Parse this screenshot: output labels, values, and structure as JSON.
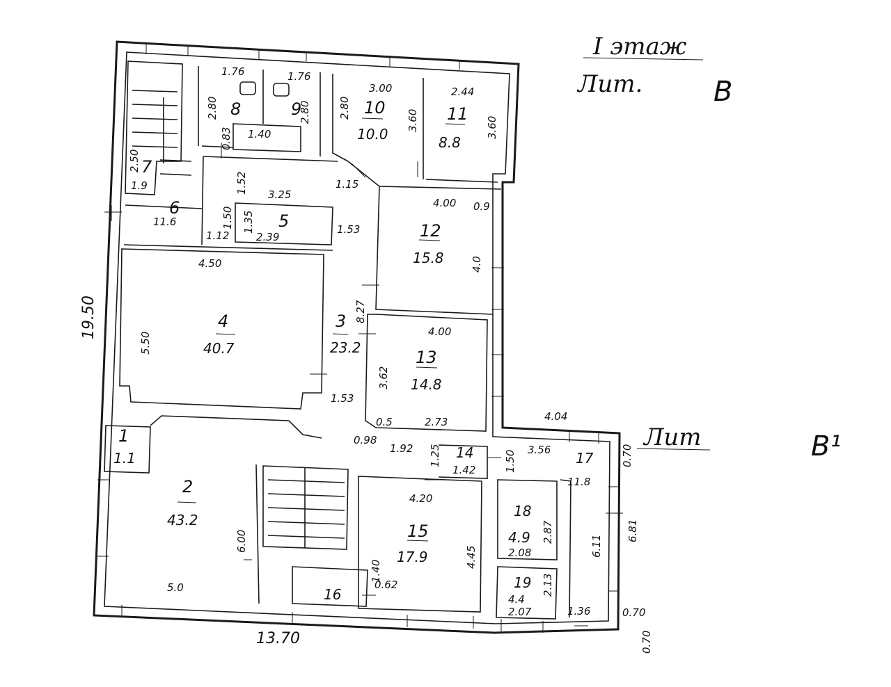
{
  "header": {
    "floor": "I этаж",
    "lit_label": "Лит.",
    "lit_value": "В",
    "annex_label": "Лит",
    "annex_value": "В¹"
  },
  "rooms": {
    "r1": {
      "num": "1",
      "area": "1.1"
    },
    "r2": {
      "num": "2",
      "area": "43.2"
    },
    "r3": {
      "num": "3",
      "area": "23.2"
    },
    "r4": {
      "num": "4",
      "area": "40.7"
    },
    "r5": {
      "num": "5",
      "area": ""
    },
    "r6": {
      "num": "6",
      "area": "11.6"
    },
    "r7": {
      "num": "7",
      "area": "1.9"
    },
    "r8": {
      "num": "8",
      "area": ""
    },
    "r9": {
      "num": "9",
      "area": ""
    },
    "r10": {
      "num": "10",
      "area": "10.0"
    },
    "r11": {
      "num": "11",
      "area": "8.8"
    },
    "r12": {
      "num": "12",
      "area": "15.8"
    },
    "r13": {
      "num": "13",
      "area": "14.8"
    },
    "r14": {
      "num": "14",
      "area": "1.42"
    },
    "r15": {
      "num": "15",
      "area": "17.9"
    },
    "r16": {
      "num": "16",
      "area": ""
    },
    "r17": {
      "num": "17",
      "area": "11.8"
    },
    "r18": {
      "num": "18",
      "area": "4.9"
    },
    "r19": {
      "num": "19",
      "area": "4.4"
    }
  },
  "dims": {
    "d_1_76a": "1.76",
    "d_1_76b": "1.76",
    "d_2_80a": "2.80",
    "d_2_80b": "2.80",
    "d_2_80c": "2.80",
    "d_1_40": "1.40",
    "d_0_83": "0.83",
    "d_3_00": "3.00",
    "d_2_44": "2.44",
    "d_3_60a": "3.60",
    "d_3_60b": "3.60",
    "d_2_50": "2.50",
    "d_1_15": "1.15",
    "d_1_52": "1.52",
    "d_3_25": "3.25",
    "d_1_50": "1.50",
    "d_1_12": "1.12",
    "d_1_35": "1.35",
    "d_2_39": "2.39",
    "d_1_53a": "1.53",
    "d_4_00a": "4.00",
    "d_0_9": "0.9",
    "d_4_0": "4.0",
    "d_4_50": "4.50",
    "d_5_50": "5.50",
    "d_19_50": "19.50",
    "d_8_27": "8.27",
    "d_1_53b": "1.53",
    "d_4_00b": "4.00",
    "d_3_62": "3.62",
    "d_2_73": "2.73",
    "d_0_5": "0.5",
    "d_0_98": "0.98",
    "d_1_92": "1.92",
    "d_1_25": "1.25",
    "d_4_04": "4.04",
    "d_1_50b": "1.50",
    "d_3_56": "3.56",
    "d_0_70a": "0.70",
    "d_4_20": "4.20",
    "d_4_45": "4.45",
    "d_6_00": "6.00",
    "d_5_0": "5.0",
    "d_2_87": "2.87",
    "d_2_08": "2.08",
    "d_2_13": "2.13",
    "d_2_07": "2.07",
    "d_6_11": "6.11",
    "d_6_81": "6.81",
    "d_1_36": "1.36",
    "d_0_70b": "0.70",
    "d_0_70c": "0.70",
    "d_0_62": "0.62",
    "d_1_40b": "1.40",
    "d_13_70": "13.70"
  }
}
